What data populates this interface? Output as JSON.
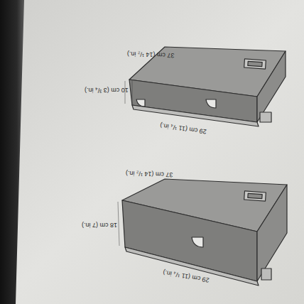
{
  "diagram": {
    "labels": [
      "37 cm (14 ¹/₂ in.)",
      "10 cm (3 ³/₄ in.)",
      "29 cm (11 ¹/₄ in.)",
      "37 cm (14 ¹/₂ in.)",
      "18 cm (7 in.)",
      "29 cm (11 ¹/₄ in.)"
    ]
  }
}
